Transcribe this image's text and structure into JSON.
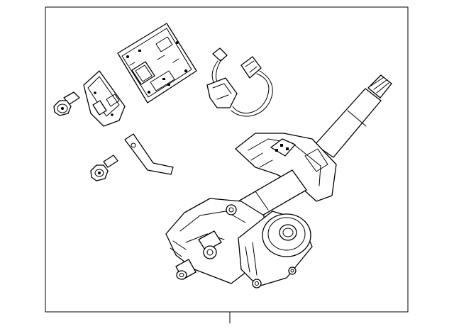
{
  "diagram": {
    "parts": [
      "steering-column-assembly",
      "electric-power-steering-motor",
      "control-module",
      "control-module-bracket",
      "wiring-harness",
      "mounting-bolt",
      "support-bracket",
      "bracket-bolt"
    ],
    "colors": {
      "line": "#000000",
      "background": "#ffffff"
    }
  }
}
